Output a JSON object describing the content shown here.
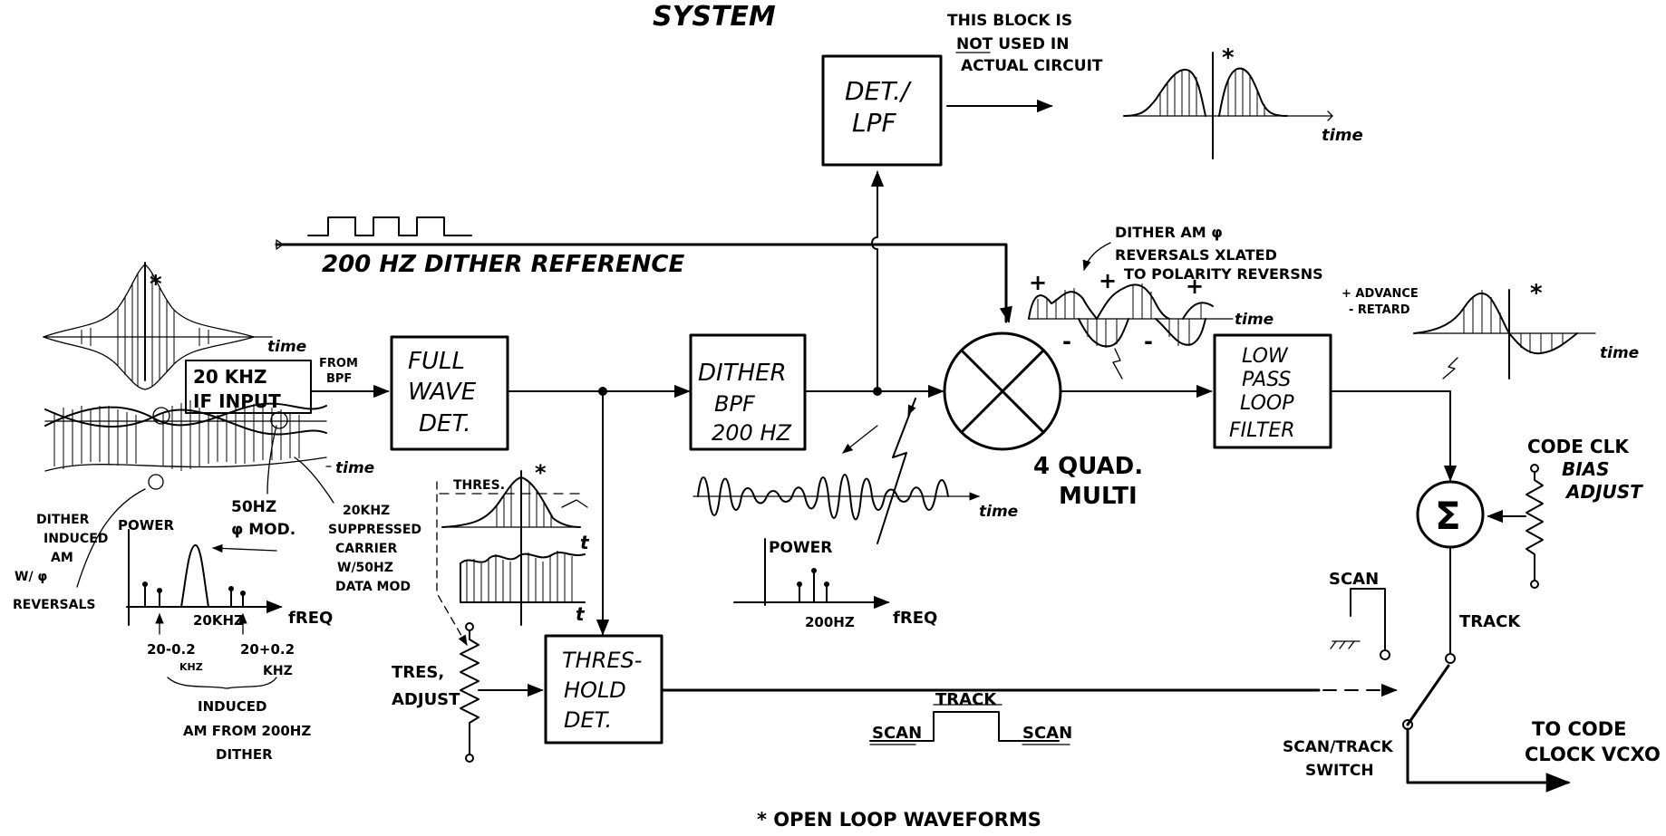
{
  "header": {
    "title": "SYSTEM",
    "block_note": [
      "THIS BLOCK IS",
      "NOT USED IN",
      "ACTUAL CIRCUIT"
    ]
  },
  "blocks": {
    "det_lpf": [
      "DET./",
      "LPF"
    ],
    "if_input": [
      "20 KHZ",
      "IF INPUT"
    ],
    "full_wave": [
      "FULL",
      "WAVE",
      "DET."
    ],
    "dither_bpf": [
      "DITHER",
      "BPF",
      "200 HZ"
    ],
    "low_pass": [
      "LOW",
      "PASS",
      "LOOP",
      "FILTER"
    ],
    "threshold": [
      "THRES-",
      "HOLD",
      "DET."
    ],
    "summer_symbol": "Σ"
  },
  "labels": {
    "dither_reference": "200 HZ  DITHER REFERENCE",
    "from_bpf": [
      "FROM",
      "BPF"
    ],
    "quad_multi": [
      "4 QUAD.",
      "MULTI"
    ],
    "dither_am_note": [
      "DITHER AM φ",
      "REVERSALS XLATED",
      "TO POLARITY REVERSNS"
    ],
    "advance": "+ ADVANCE",
    "retard": "- RETARD",
    "plus": "+",
    "minus": "-",
    "time": "time",
    "t": "t",
    "star": "*",
    "thres": "THRES.",
    "power": "POWER",
    "freq": "fREQ",
    "freq_20khz": "20KHZ",
    "freq_200hz": "200HZ",
    "freq_minus": [
      "20-0.2",
      "KHZ"
    ],
    "freq_plus": [
      "20+0.2",
      "KHZ"
    ],
    "induced_am": [
      "INDUCED",
      "AM FROM 200HZ",
      "DITHER"
    ],
    "dither_induced": [
      "DITHER",
      "INDUCED",
      "AM",
      "W/ φ",
      "REVERSALS"
    ],
    "mod_50hz": [
      "50HZ",
      "φ MOD."
    ],
    "suppressed_carrier": [
      "20KHZ",
      "SUPPRESSED",
      "CARRIER",
      "W/50HZ",
      "DATA MOD"
    ],
    "code_clk": [
      "CODE CLK",
      "BIAS",
      "ADJUST"
    ],
    "scan": "SCAN",
    "track": "TRACK",
    "scan_track_switch": [
      "SCAN/TRACK",
      "SWITCH"
    ],
    "to_code_clock": [
      "TO CODE",
      "CLOCK VCXO"
    ],
    "tres_adjust": [
      "TRES,",
      "ADJUST"
    ],
    "wave_scan_left": "SCAN",
    "wave_scan_right": "SCAN",
    "wave_track": "TRACK",
    "footer": "* OPEN LOOP  WAVEFORMS"
  },
  "colors": {
    "ink": "#000000",
    "paper": "#ffffff"
  }
}
